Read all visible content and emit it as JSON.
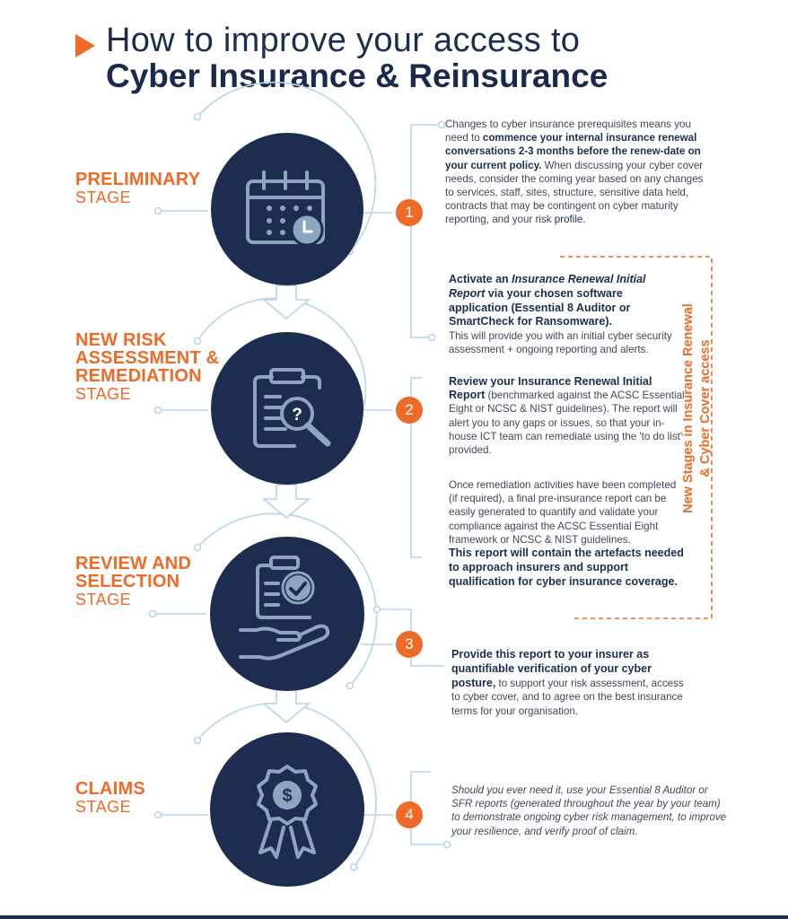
{
  "title": {
    "line1": "How to improve your access to",
    "line2": "Cyber Insurance & Reinsurance"
  },
  "stages": [
    {
      "name_lines": [
        "PRELIMINARY"
      ],
      "suffix": "STAGE",
      "number": "1",
      "icon": "calendar-clock-icon"
    },
    {
      "name_lines": [
        "NEW RISK",
        "ASSESSMENT &",
        "REMEDIATION"
      ],
      "suffix": "STAGE",
      "number": "2",
      "icon": "clipboard-magnifier-icon"
    },
    {
      "name_lines": [
        "REVIEW AND",
        "SELECTION"
      ],
      "suffix": "STAGE",
      "number": "3",
      "icon": "clipboard-check-hand-icon"
    },
    {
      "name_lines": [
        "CLAIMS"
      ],
      "suffix": "STAGE",
      "number": "4",
      "icon": "dollar-award-ribbon-icon"
    }
  ],
  "text_blocks": {
    "b1": {
      "t1": "Changes to cyber insurance prerequisites means you need to ",
      "b1": "commence your internal insurance renewal conversations 2-3 months before the renew-date on your current policy.",
      "t2": " When discussing your cyber cover needs, consider the coming year based on any changes to services, staff, sites, structure, sensitive data held, contracts that may be contingent on cyber maturity reporting, and your risk ",
      "b2": "profile",
      "t3": "."
    },
    "b2": {
      "t1": "Activate an ",
      "i1": "Insurance Renewal Initial Report",
      "t2": " via your chosen software application (Essential 8 Auditor or SmartCheck for Ransomware).",
      "t3": "This will provide you with an initial cyber security assessment + ongoing reporting and alerts."
    },
    "b3": {
      "b1": "Review your Insurance Renewal Initial Report",
      "t1": " (benchmarked against the ACSC Essential Eight or NCSC & NIST guidelines). The report will alert you to any gaps or issues, so that your in-house ICT team can remediate using the 'to do list' provided."
    },
    "b4": {
      "t1": "Once remediation activities have been completed (if required), a final pre-insurance report can be easily generated to quantify and validate your compliance against the ACSC Essential Eight framework or NCSC & NIST guidelines.",
      "b1": "This report will contain the artefacts needed to approach insurers and support qualification for cyber insurance coverage."
    },
    "b5": {
      "b1": "Provide this report to your insurer as quantifiable verification of your cyber posture,",
      "t1": " to support your risk assessment, access to cyber cover, and to agree on the best insurance terms for your organisation."
    },
    "b6": {
      "t1": "Should you ever need it, use your Essential 8 Auditor or SFR reports (generated throughout the year by your team) to demonstrate ongoing cyber risk management, to improve your resilience, and verify proof of claim."
    }
  },
  "side_label": {
    "line1": "New Stages in Insurance Renewal",
    "line2": "& Cyber Cover access"
  },
  "colors": {
    "navy": "#1d2d4f",
    "orange": "#ee6a26",
    "light_blue": "#b9d4ea"
  }
}
